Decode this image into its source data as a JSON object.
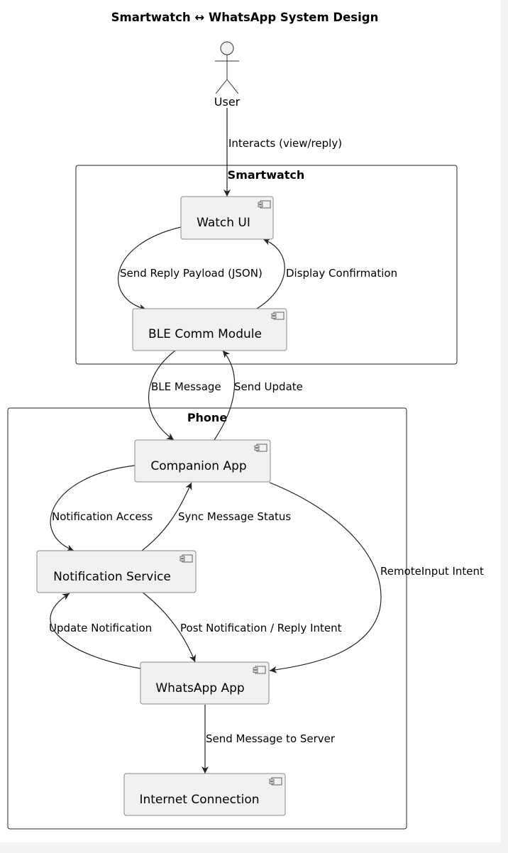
{
  "title": "Smartwatch ↔ WhatsApp System Design",
  "actor": {
    "label": "User",
    "icon": "stick-figure-icon"
  },
  "packages": {
    "smartwatch": "Smartwatch",
    "phone": "Phone"
  },
  "components": {
    "watch_ui": "Watch UI",
    "ble_comm": "BLE Comm Module",
    "companion_app": "Companion App",
    "notification_service": "Notification Service",
    "whatsapp_app": "WhatsApp App",
    "internet_connection": "Internet Connection"
  },
  "edges": {
    "interacts": "Interacts (view/reply)",
    "send_reply_payload": "Send Reply Payload (JSON)",
    "display_confirmation": "Display Confirmation",
    "ble_message": "BLE Message",
    "send_update": "Send Update",
    "notification_access": "Notification Access",
    "sync_message_status": "Sync Message Status",
    "remoteinput_intent": "RemoteInput Intent",
    "update_notification": "Update Notification",
    "post_notification": "Post Notification / Reply Intent",
    "send_to_server": "Send Message to Server"
  },
  "colors": {
    "component_fill": "#f1f1f1",
    "component_border": "#8a8a8a",
    "edge": "#222222",
    "background": "#ffffff"
  }
}
